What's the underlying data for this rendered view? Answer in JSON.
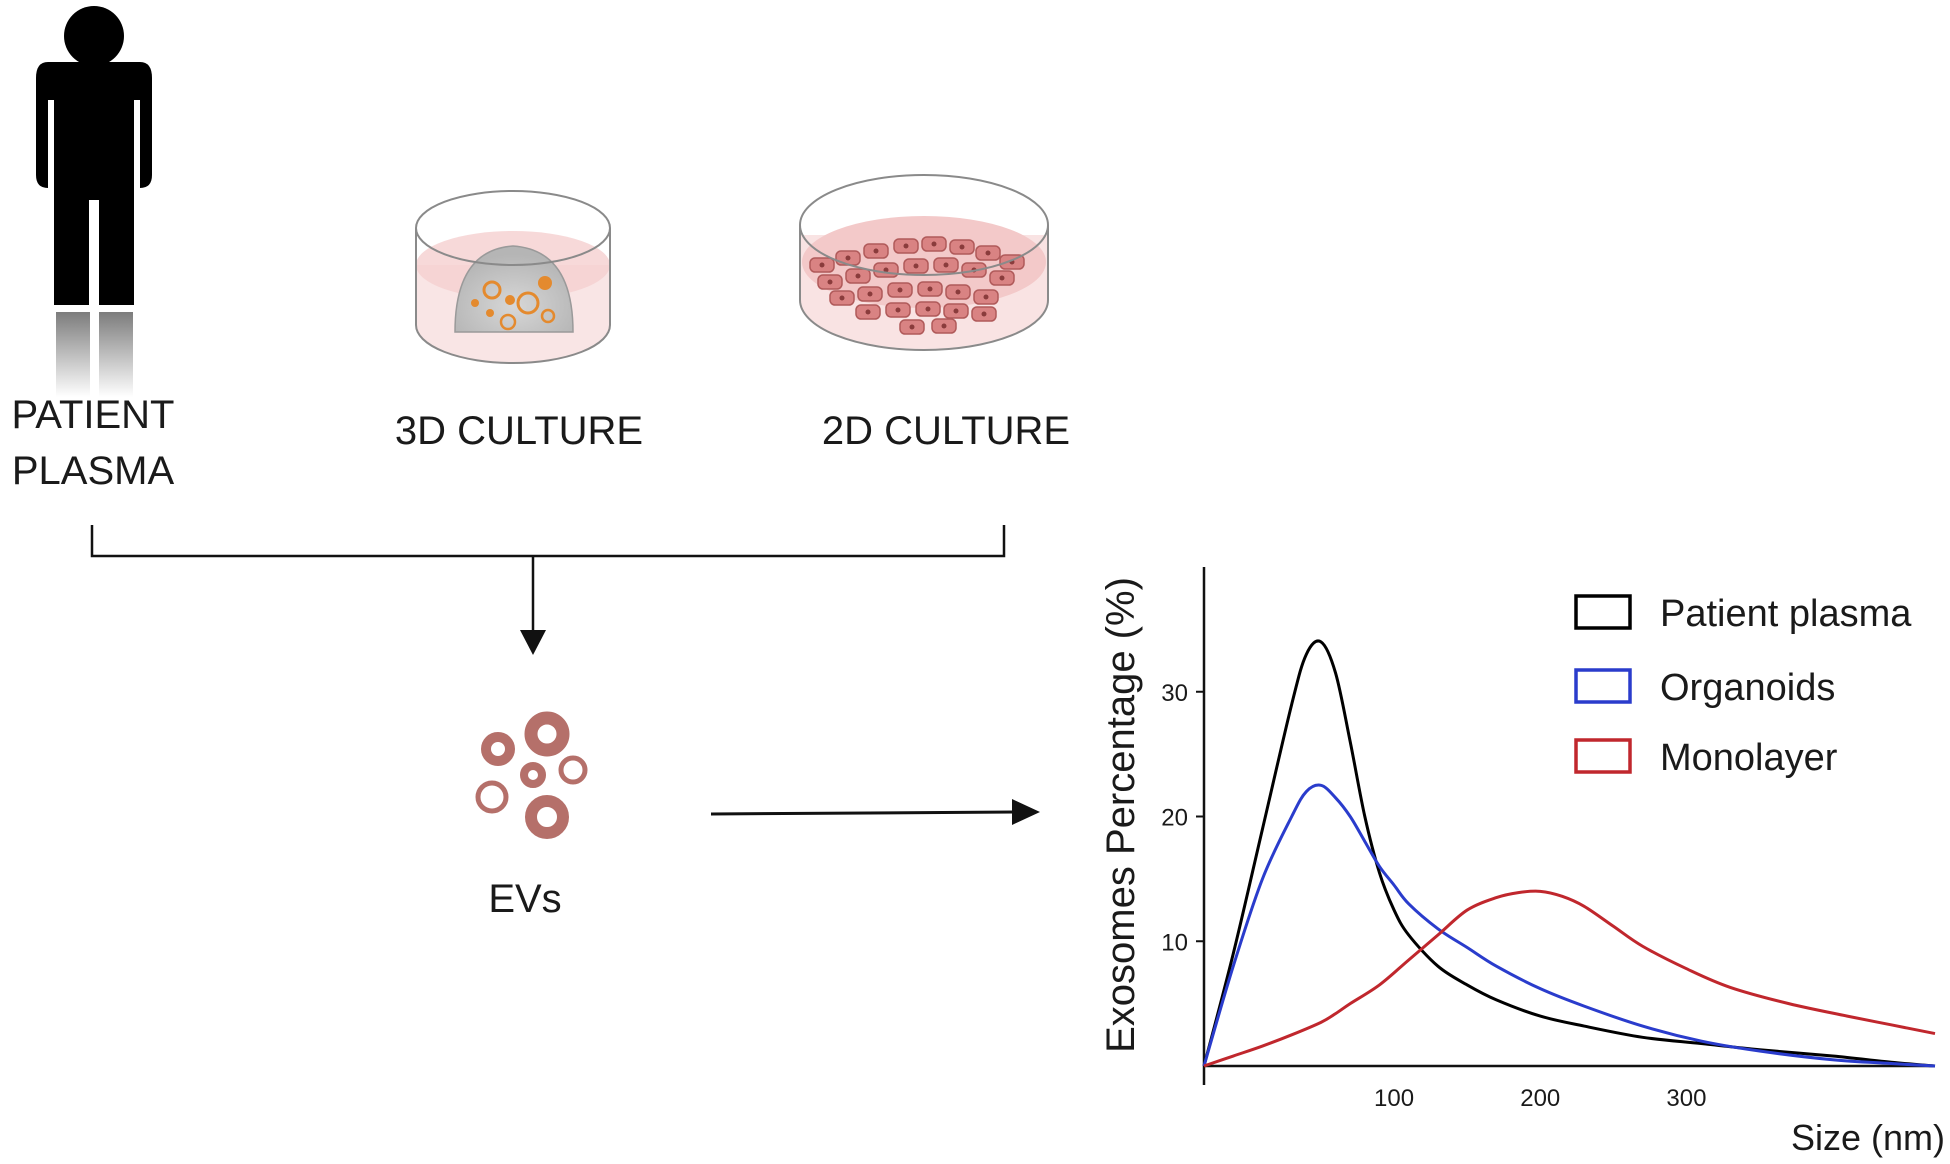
{
  "sources": {
    "patient": {
      "line1": "PATIENT",
      "line2": "PLASMA",
      "color": "#000000"
    },
    "culture_3d": {
      "label": "3D CULTURE"
    },
    "culture_2d": {
      "label": "2D CULTURE"
    }
  },
  "vesicles": {
    "label": "EVs",
    "color": "#b5706a"
  },
  "chart_data": {
    "type": "line",
    "xlabel": "Size (nm)",
    "ylabel": "Exosomes Percentage (%)",
    "xlim": [
      -30,
      470
    ],
    "ylim": [
      0,
      40
    ],
    "xticks": [
      100,
      200,
      300
    ],
    "yticks": [
      10,
      20,
      30
    ],
    "grid": false,
    "legend_position": "top-right",
    "series": [
      {
        "name": "Patient plasma",
        "color": "#000000",
        "x": [
          -30,
          -10,
          10,
          30,
          40,
          50,
          60,
          70,
          80,
          90,
          100,
          110,
          130,
          150,
          170,
          200,
          230,
          270,
          310,
          350,
          400,
          440,
          470
        ],
        "y": [
          0,
          9,
          19,
          29,
          33,
          34,
          31.5,
          26,
          20,
          15.5,
          12.5,
          10.5,
          8,
          6.5,
          5.3,
          4,
          3.2,
          2.3,
          1.8,
          1.3,
          0.8,
          0.3,
          0
        ]
      },
      {
        "name": "Organoids",
        "color": "#2a3ccc",
        "x": [
          -30,
          -10,
          10,
          30,
          40,
          50,
          60,
          70,
          80,
          90,
          100,
          110,
          130,
          150,
          170,
          200,
          230,
          270,
          310,
          350,
          400,
          440,
          470
        ],
        "y": [
          0,
          8,
          15,
          20,
          22,
          22.5,
          21.5,
          20,
          18,
          16,
          14.5,
          13,
          11,
          9.5,
          8,
          6.2,
          4.8,
          3.2,
          2,
          1.2,
          0.5,
          0.2,
          0
        ]
      },
      {
        "name": "Monolayer",
        "color": "#c0272d",
        "x": [
          -30,
          -10,
          10,
          30,
          50,
          60,
          70,
          90,
          110,
          130,
          150,
          170,
          185,
          200,
          215,
          230,
          250,
          270,
          300,
          330,
          370,
          410,
          440,
          470
        ],
        "y": [
          0,
          0.8,
          1.6,
          2.5,
          3.5,
          4.2,
          5,
          6.5,
          8.5,
          10.5,
          12.5,
          13.5,
          13.9,
          14,
          13.6,
          12.8,
          11.2,
          9.6,
          7.8,
          6.3,
          5,
          4,
          3.3,
          2.6
        ]
      }
    ]
  }
}
